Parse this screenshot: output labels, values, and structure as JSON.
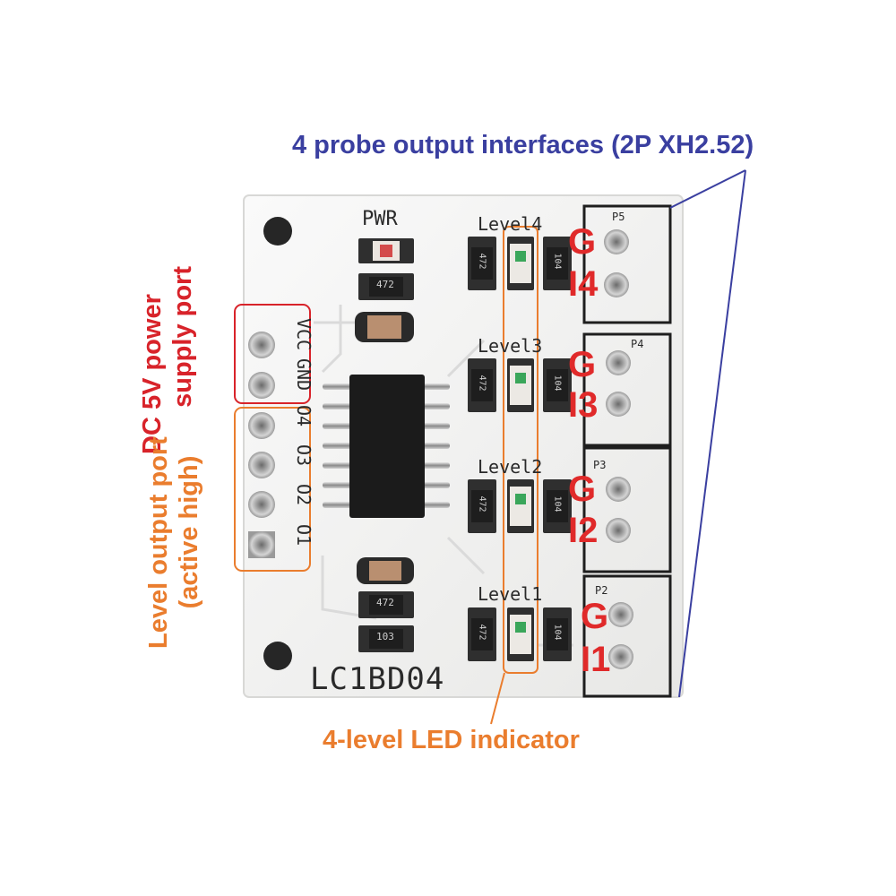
{
  "annotations": {
    "probe_interfaces": "4 probe output interfaces (2P XH2.52)",
    "power_port_line1": "DC 5V power",
    "power_port_line2": "supply port",
    "level_port_line1": "Level output port",
    "level_port_line2": "(active high)",
    "led_indicator": "4-level LED indicator"
  },
  "board": {
    "model": "LC1BD04",
    "pwr_label": "PWR",
    "header_pins": [
      "VCC",
      "GND",
      "O4",
      "O3",
      "O2",
      "O1"
    ],
    "levels": [
      {
        "label": "Level4",
        "port": "P5",
        "pin_g": "G",
        "pin_i": "I4",
        "res_left": "472",
        "res_right": "104"
      },
      {
        "label": "Level3",
        "port": "P4",
        "pin_g": "G",
        "pin_i": "I3",
        "res_left": "472",
        "res_right": "104"
      },
      {
        "label": "Level2",
        "port": "P3",
        "pin_g": "G",
        "pin_i": "I2",
        "res_left": "472",
        "res_right": "104"
      },
      {
        "label": "Level1",
        "port": "P2",
        "pin_g": "G",
        "pin_i": "I1",
        "res_left": "472",
        "res_right": "104"
      }
    ],
    "pwr_resistor": "472",
    "bottom_resistors": [
      "472",
      "103"
    ]
  },
  "colors": {
    "board": "#f4f4f2",
    "annotation_blue": "#3a3fa0",
    "annotation_orange": "#ea7d2e",
    "pin_red": "#e02a2a",
    "chip": "#1b1b1b"
  }
}
